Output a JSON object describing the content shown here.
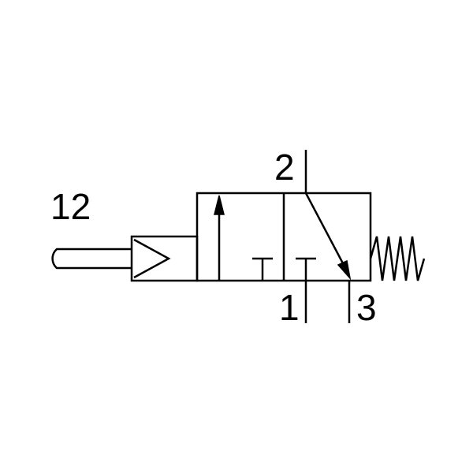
{
  "diagram": {
    "stroke_color": "#000000",
    "background": "#ffffff",
    "labels": {
      "pilot_port": "12",
      "outlet_port": "2",
      "supply_port": "1",
      "exhaust_port": "3"
    },
    "symbols": {
      "actuator": "pneumatic-pilot-triangle",
      "return": "spring-return-icon",
      "flow_left": "flow-arrow-up-icon",
      "flow_right": "flow-arrow-diagonal-icon",
      "blocked_ports": "closed-port-t-icon"
    }
  }
}
